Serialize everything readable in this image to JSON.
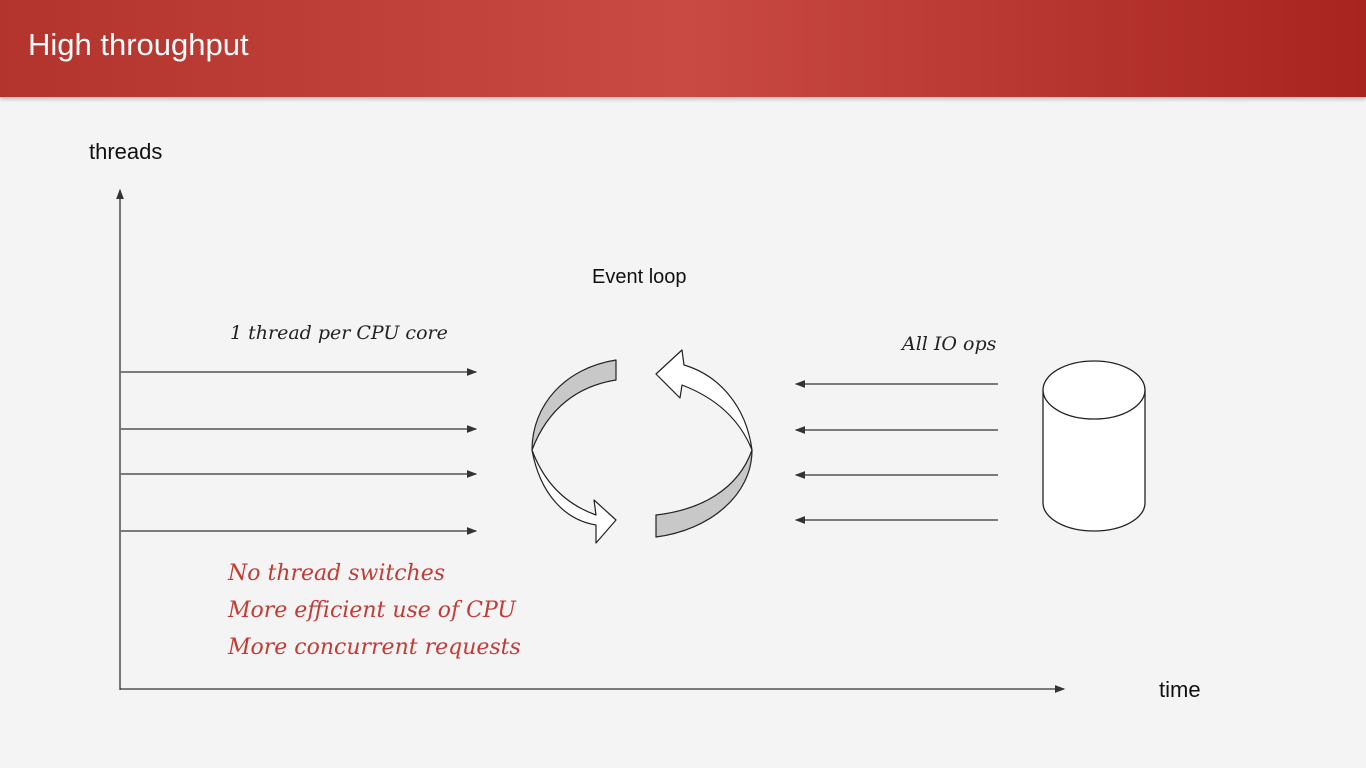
{
  "slide": {
    "title": "High throughput"
  },
  "diagram": {
    "y_axis_label": "threads",
    "x_axis_label": "time",
    "event_loop_label": "Event loop",
    "threads_label": "1 thread per CPU core",
    "io_label": "All IO ops",
    "benefits": [
      "No thread switches",
      "More efficient use of CPU",
      "More concurrent requests"
    ],
    "colors": {
      "header": "#c0413b",
      "notes": "#c23b35",
      "arrow_fill": "#c8c8c8"
    }
  }
}
